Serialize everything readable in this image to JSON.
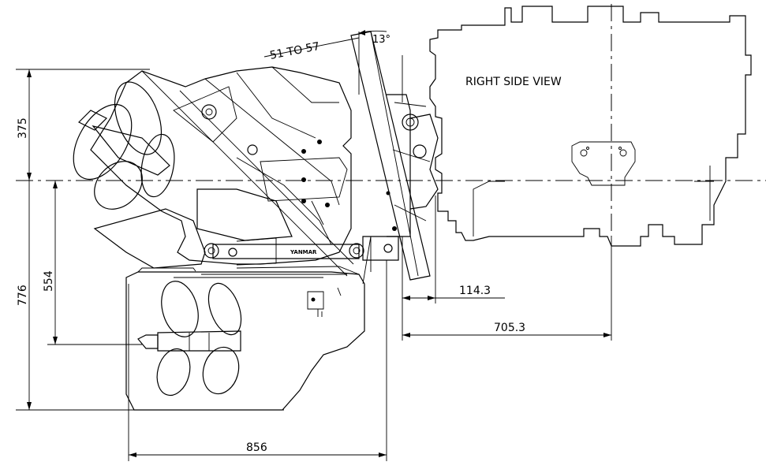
{
  "view_label": "RIGHT SIDE VIEW",
  "dimensions": {
    "trim_range": "51 TO 57",
    "tilt_angle": "13°",
    "above_centerline": "375",
    "overall_height": "776",
    "prop_shaft_drop": "554",
    "transom_offset": "114.3",
    "engine_length": "705.3",
    "overall_length": "856"
  },
  "colors": {
    "line": "#000000",
    "background": "#ffffff"
  }
}
